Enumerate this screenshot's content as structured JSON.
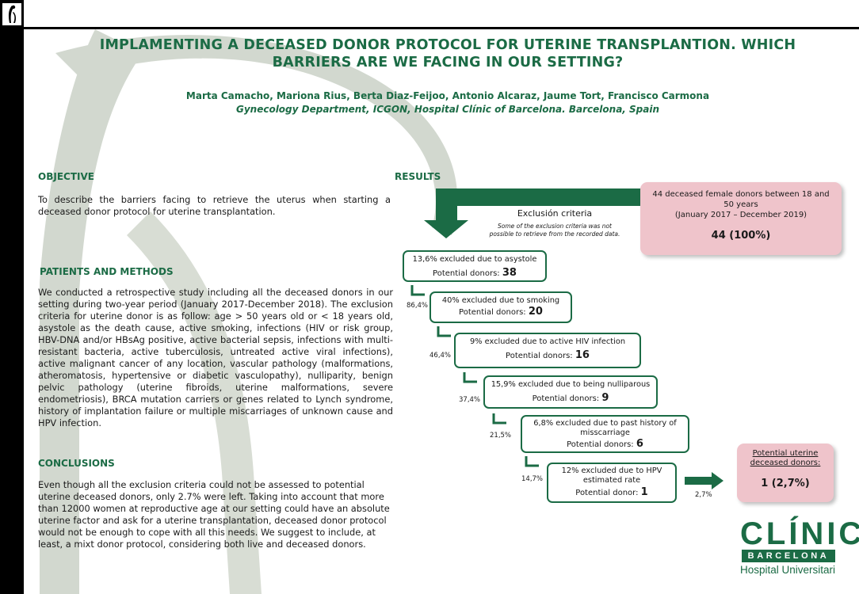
{
  "title": "IMPLAMENTING A DECEASED DONOR PROTOCOL FOR UTERINE TRANSPLANTION. WHICH BARRIERS ARE WE FACING IN OUR SETTING?",
  "authors": "Marta Camacho, Mariona Rius, Berta Diaz-Feijoo, Antonio Alcaraz, Jaume Tort, Francisco Carmona",
  "affiliation": "Gynecology Department, ICGON, Hospital Clínic of Barcelona. Barcelona, Spain",
  "objective": {
    "heading": "OBJECTIVE",
    "text": "To describe the barriers facing to retrieve the uterus when starting a deceased donor protocol for uterine transplantation."
  },
  "methods": {
    "heading": "PATIENTS AND METHODS",
    "text": "We conducted a retrospective study including all the deceased donors in our setting during two-year period (January 2017-December 2018). The exclusion criteria for uterine donor is as follow: age > 50 years old or < 18 years old, asystole as the death cause, active smoking, infections (HIV or risk group, HBV-DNA and/or HBsAg positive, active bacterial sepsis, infections with multi-resistant bacteria, active tuberculosis, untreated active viral infections), active malignant cancer of any location, vascular pathology (malformations, atheromatosis, hypertensive or diabetic vasculopathy), nulliparity, benign pelvic pathology (uterine fibroids, uterine malformations, severe endometriosis), BRCA mutation carriers or genes related to Lynch syndrome, history of implantation failure or multiple miscarriages of unknown cause and HPV infection."
  },
  "conclusions": {
    "heading": "CONCLUSIONS",
    "text": "Even though all the exclusion criteria could not be assessed to potential uterine deceased donors, only 2.7% were left. Taking into account that more than 12000 women at reproductive age at our setting could have an absolute uterine factor and ask for a uterine transplantation, deceased donor protocol would not be enough to cope with all this needs. We suggest to include, at least, a mixt donor protocol, considering both live and deceased donors."
  },
  "results": {
    "heading": "RESULTS",
    "start_box": {
      "line1": "44 deceased female donors between 18 and 50 years",
      "line2": "(January 2017 – December 2019)",
      "count": "44 (100%)"
    },
    "exclusion_title": "Exclusión criteria",
    "exclusion_note": "Some of the exclusion criteria was not possible to retrieve from the recorded data.",
    "steps": [
      {
        "desc": "13,6% excluded due to asystole",
        "label": "Potential donors:",
        "num": "38",
        "remaining": "86,4%"
      },
      {
        "desc": "40% excluded due to smoking",
        "label": "Potential donors:",
        "num": "20",
        "remaining": "46,4%"
      },
      {
        "desc": "9% excluded due to active HIV infection",
        "label": "Potential donors:",
        "num": "16",
        "remaining": "37,4%"
      },
      {
        "desc": "15,9% excluded due to being nulliparous",
        "label": "Potential donors:",
        "num": "9",
        "remaining": "21,5%"
      },
      {
        "desc": "6,8% excluded due to past history of misscarriage",
        "label": "Potential donors:",
        "num": "6",
        "remaining": "14,7%"
      },
      {
        "desc": "12% excluded due to HPV estimated rate",
        "label": "Potential donor:",
        "num": "1",
        "remaining": "2,7%"
      }
    ],
    "final_box": {
      "title": "Potential uterine deceased donors:",
      "count": "1 (2,7%)"
    }
  },
  "logo": {
    "word": "CLÍNIC",
    "city": "BARCELONA",
    "hospital": "Hospital Universitari"
  }
}
